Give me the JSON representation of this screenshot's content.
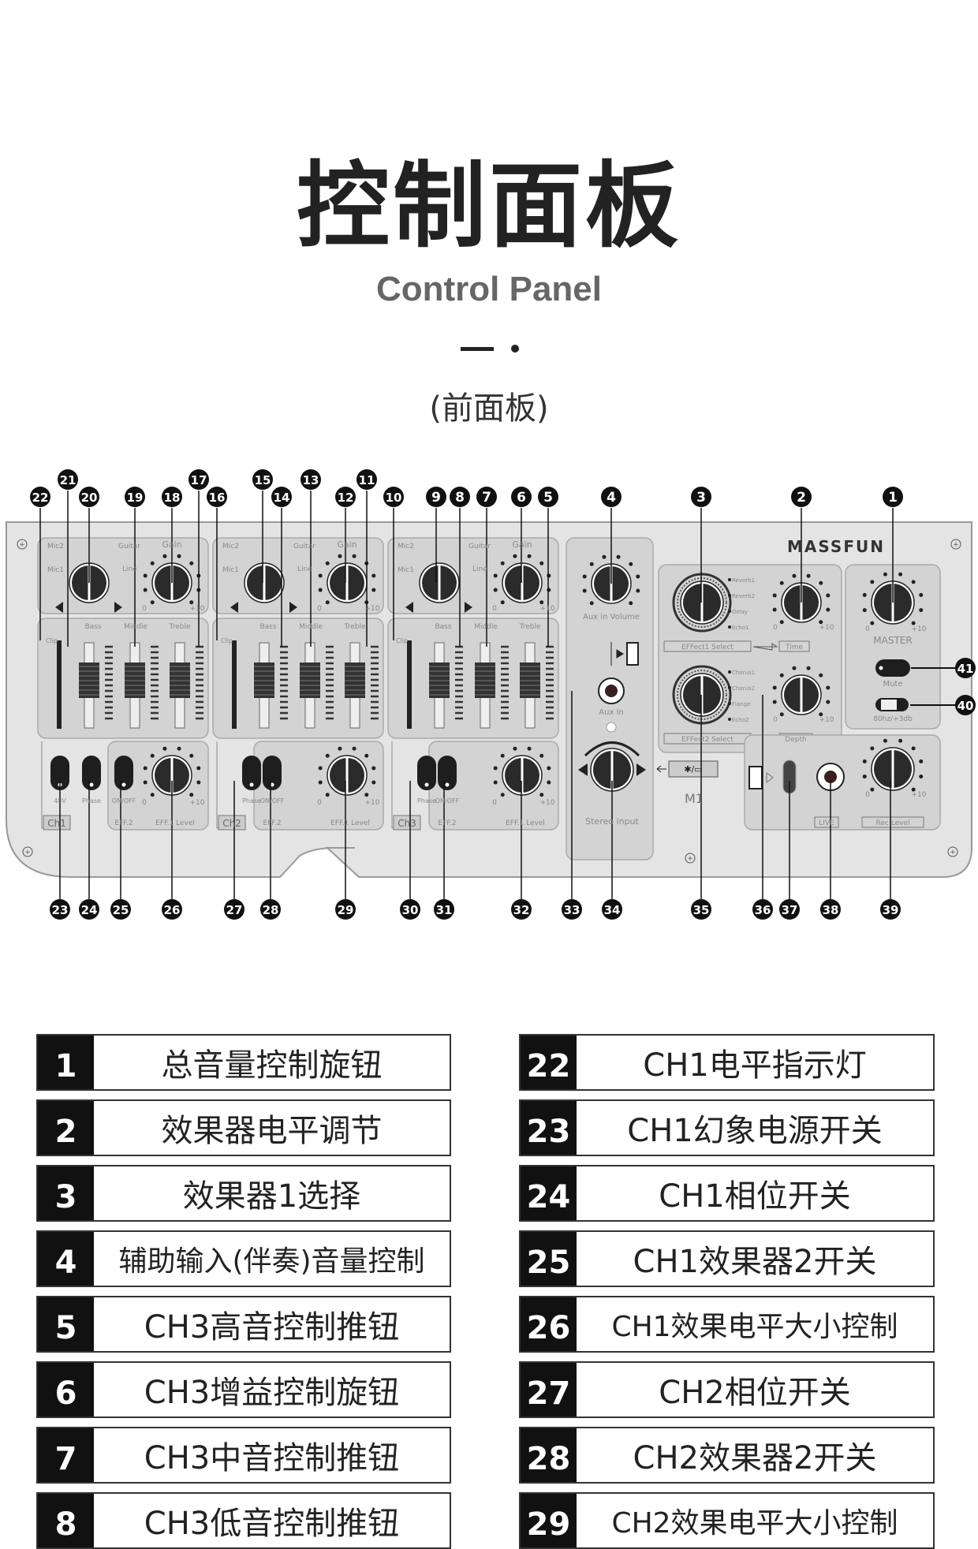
{
  "header": {
    "title": "控制面板",
    "subtitle": "Control Panel",
    "section": "(前面板)"
  },
  "panel": {
    "brand": "MASSFUN",
    "model": "M1",
    "channels": [
      {
        "name": "Ch1",
        "mic2": "Mic2",
        "mic1": "Mic1",
        "guitar": "Guitar",
        "line": "Line",
        "gain": "Gain",
        "bass": "Bass",
        "middle": "Middle",
        "treble": "Treble",
        "sw1": "48V",
        "sw2": "Phase",
        "sw3": "ON/OFF",
        "eff2": "EFF.2",
        "eff1": "EFF.1 Level"
      },
      {
        "name": "Ch2",
        "mic2": "Mic2",
        "mic1": "Mic1",
        "guitar": "Guitar",
        "line": "Line",
        "gain": "Gain",
        "bass": "Bass",
        "middle": "Middle",
        "treble": "Treble",
        "sw1": "Phase",
        "sw2": "ON/OFF",
        "eff2": "EFF.2",
        "eff1": "EFF.1 Level"
      },
      {
        "name": "Ch3",
        "mic2": "Mic2",
        "mic1": "Mic1",
        "guitar": "Guitar",
        "line": "Line",
        "gain": "Gain",
        "bass": "Bass",
        "middle": "Middle",
        "treble": "Treble",
        "sw1": "Phase",
        "sw2": "ON/OFF",
        "eff2": "EFF.2",
        "eff1": "EFF.1 Level"
      }
    ],
    "scale_min": "0",
    "scale_max": "+10",
    "clip": "Clip",
    "aux_volume": "Aux in Volume",
    "aux_in": "Aux in",
    "stereo_input": "Stereo input",
    "effect1_select": "EFFect1 Select",
    "effect2_select": "EFFect2 Select",
    "time": "Time",
    "depth": "Depth",
    "effect1_options": [
      "Reverb1",
      "Reverb2",
      "Delay",
      "Echo1"
    ],
    "effect2_options": [
      "Chorus1",
      "Chorus2",
      "Flange",
      "Echo2"
    ],
    "master": "MASTER",
    "mute": "Mute",
    "lowcut": "80hz/+3db",
    "live": "LIVE",
    "rec_level": "Rec Level",
    "callouts_top": [
      "22",
      "21",
      "20",
      "19",
      "18",
      "17",
      "16",
      "15",
      "14",
      "13",
      "12",
      "11",
      "10",
      "9",
      "8",
      "7",
      "6",
      "5",
      "4",
      "3",
      "2",
      "1"
    ],
    "callouts_bottom": [
      "23",
      "24",
      "25",
      "26",
      "27",
      "28",
      "29",
      "30",
      "31",
      "32",
      "33",
      "34",
      "35",
      "36",
      "37",
      "38",
      "39"
    ],
    "callouts_side": [
      "41",
      "40"
    ]
  },
  "legend": {
    "left": [
      {
        "num": "1",
        "desc": "总音量控制旋钮"
      },
      {
        "num": "2",
        "desc": "效果器电平调节"
      },
      {
        "num": "3",
        "desc": "效果器1选择"
      },
      {
        "num": "4",
        "desc": "辅助输入(伴奏)音量控制"
      },
      {
        "num": "5",
        "desc": "CH3高音控制推钮"
      },
      {
        "num": "6",
        "desc": "CH3增益控制旋钮"
      },
      {
        "num": "7",
        "desc": "CH3中音控制推钮"
      },
      {
        "num": "8",
        "desc": "CH3低音控制推钮"
      }
    ],
    "right": [
      {
        "num": "22",
        "desc": "CH1电平指示灯"
      },
      {
        "num": "23",
        "desc": "CH1幻象电源开关"
      },
      {
        "num": "24",
        "desc": "CH1相位开关"
      },
      {
        "num": "25",
        "desc": "CH1效果器2开关"
      },
      {
        "num": "26",
        "desc": "CH1效果电平大小控制"
      },
      {
        "num": "27",
        "desc": "CH2相位开关"
      },
      {
        "num": "28",
        "desc": "CH2效果器2开关"
      },
      {
        "num": "29",
        "desc": "CH2效果电平大小控制"
      }
    ]
  }
}
